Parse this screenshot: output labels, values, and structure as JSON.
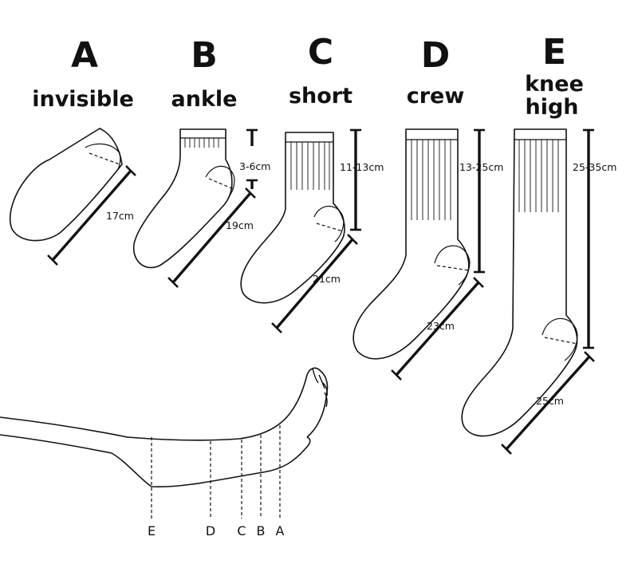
{
  "socks": [
    {
      "letter": "A",
      "name": "invisible",
      "foot_length": "17cm"
    },
    {
      "letter": "B",
      "name": "ankle",
      "foot_length": "19cm",
      "cuff_height": "3-6cm"
    },
    {
      "letter": "C",
      "name": "short",
      "foot_length": "21cm",
      "cuff_height": "11-13cm"
    },
    {
      "letter": "D",
      "name": "crew",
      "foot_length": "23cm",
      "cuff_height": "13-25cm"
    },
    {
      "letter": "E",
      "name_line1": "knee",
      "name_line2": "high",
      "foot_length": "25cm",
      "cuff_height": "25-35cm"
    }
  ],
  "leg_markers": [
    "E",
    "D",
    "C",
    "B",
    "A"
  ]
}
